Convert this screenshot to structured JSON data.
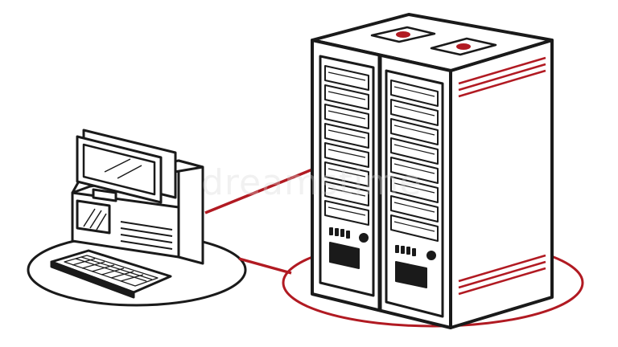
{
  "watermark": {
    "text": "dreamstime"
  },
  "colors": {
    "outline": "#1a1a1a",
    "accent": "#b11a22",
    "fill": "#ffffff"
  },
  "nodes": [
    {
      "id": "workstation",
      "kind": "desktop-computer-icon"
    },
    {
      "id": "server-rack",
      "kind": "server-rack-icon"
    }
  ],
  "links": [
    {
      "from": "workstation",
      "to": "server-rack",
      "style": "straight-line"
    },
    {
      "from": "workstation-platform",
      "to": "server-platform",
      "style": "straight-line"
    }
  ]
}
